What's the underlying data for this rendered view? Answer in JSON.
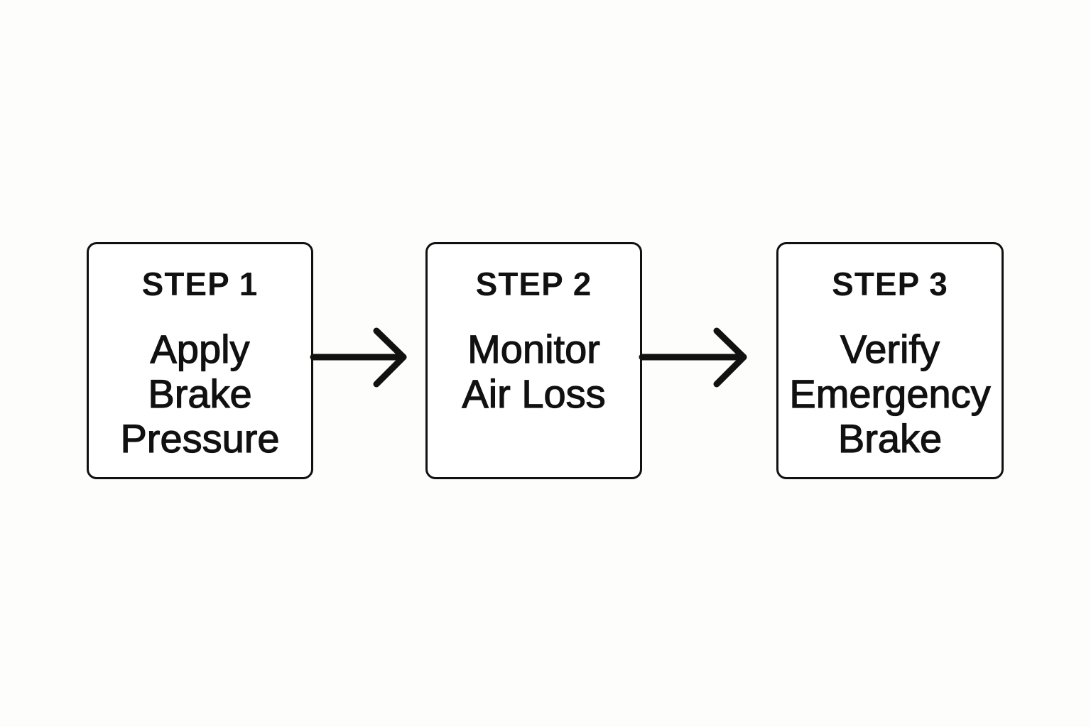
{
  "steps": [
    {
      "title": "STEP 1",
      "lines": [
        "Apply",
        "Brake",
        "Pressure"
      ]
    },
    {
      "title": "STEP 2",
      "lines": [
        "Monitor",
        "Air Loss"
      ]
    },
    {
      "title": "STEP 3",
      "lines": [
        "Verify",
        "Emergency",
        "Brake"
      ]
    }
  ],
  "colors": {
    "stroke": "#111111",
    "background": "#fdfdfc"
  }
}
